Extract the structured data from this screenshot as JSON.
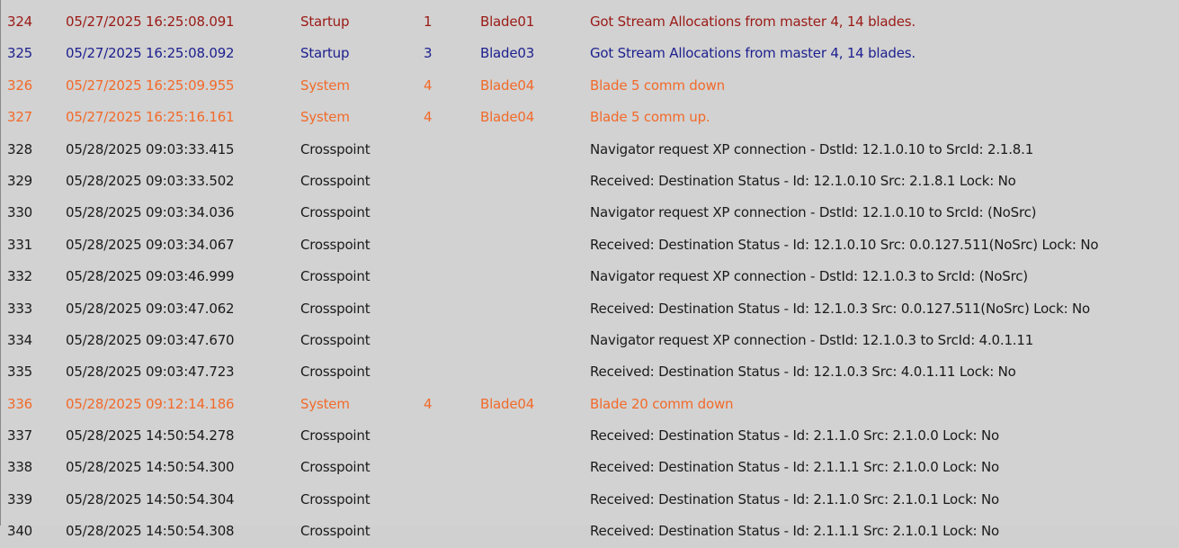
{
  "rows": [
    {
      "id": "324",
      "time": "05/27/2025 16:25:08.091",
      "category": "Startup",
      "num": "1",
      "blade": "Blade01",
      "message": "Got Stream Allocations from master 4, 14 blades.",
      "level": "error"
    },
    {
      "id": "325",
      "time": "05/27/2025 16:25:08.092",
      "category": "Startup",
      "num": "3",
      "blade": "Blade03",
      "message": "Got Stream Allocations from master 4, 14 blades.",
      "level": "info"
    },
    {
      "id": "326",
      "time": "05/27/2025 16:25:09.955",
      "category": "System",
      "num": "4",
      "blade": "Blade04",
      "message": "Blade 5 comm down",
      "level": "warn"
    },
    {
      "id": "327",
      "time": "05/27/2025 16:25:16.161",
      "category": "System",
      "num": "4",
      "blade": "Blade04",
      "message": "Blade 5 comm up.",
      "level": "warn"
    },
    {
      "id": "328",
      "time": "05/28/2025 09:03:33.415",
      "category": "Crosspoint",
      "num": "",
      "blade": "",
      "message": "Navigator request XP connection - DstId: 12.1.0.10 to SrcId: 2.1.8.1",
      "level": "normal"
    },
    {
      "id": "329",
      "time": "05/28/2025 09:03:33.502",
      "category": "Crosspoint",
      "num": "",
      "blade": "",
      "message": "Received: Destination Status - Id: 12.1.0.10 Src: 2.1.8.1 Lock: No",
      "level": "normal"
    },
    {
      "id": "330",
      "time": "05/28/2025 09:03:34.036",
      "category": "Crosspoint",
      "num": "",
      "blade": "",
      "message": "Navigator request XP connection - DstId: 12.1.0.10 to SrcId: (NoSrc)",
      "level": "normal"
    },
    {
      "id": "331",
      "time": "05/28/2025 09:03:34.067",
      "category": "Crosspoint",
      "num": "",
      "blade": "",
      "message": "Received: Destination Status - Id: 12.1.0.10 Src: 0.0.127.511(NoSrc) Lock: No",
      "level": "normal"
    },
    {
      "id": "332",
      "time": "05/28/2025 09:03:46.999",
      "category": "Crosspoint",
      "num": "",
      "blade": "",
      "message": "Navigator request XP connection - DstId: 12.1.0.3 to SrcId: (NoSrc)",
      "level": "normal"
    },
    {
      "id": "333",
      "time": "05/28/2025 09:03:47.062",
      "category": "Crosspoint",
      "num": "",
      "blade": "",
      "message": "Received: Destination Status - Id: 12.1.0.3 Src: 0.0.127.511(NoSrc) Lock: No",
      "level": "normal"
    },
    {
      "id": "334",
      "time": "05/28/2025 09:03:47.670",
      "category": "Crosspoint",
      "num": "",
      "blade": "",
      "message": "Navigator request XP connection - DstId: 12.1.0.3 to SrcId: 4.0.1.11",
      "level": "normal"
    },
    {
      "id": "335",
      "time": "05/28/2025 09:03:47.723",
      "category": "Crosspoint",
      "num": "",
      "blade": "",
      "message": "Received: Destination Status - Id: 12.1.0.3 Src: 4.0.1.11 Lock: No",
      "level": "normal"
    },
    {
      "id": "336",
      "time": "05/28/2025 09:12:14.186",
      "category": "System",
      "num": "4",
      "blade": "Blade04",
      "message": "Blade 20 comm down",
      "level": "warn"
    },
    {
      "id": "337",
      "time": "05/28/2025 14:50:54.278",
      "category": "Crosspoint",
      "num": "",
      "blade": "",
      "message": "Received: Destination Status - Id: 2.1.1.0 Src: 2.1.0.0 Lock: No",
      "level": "normal"
    },
    {
      "id": "338",
      "time": "05/28/2025 14:50:54.300",
      "category": "Crosspoint",
      "num": "",
      "blade": "",
      "message": "Received: Destination Status - Id: 2.1.1.1 Src: 2.1.0.0 Lock: No",
      "level": "normal"
    },
    {
      "id": "339",
      "time": "05/28/2025 14:50:54.304",
      "category": "Crosspoint",
      "num": "",
      "blade": "",
      "message": "Received: Destination Status - Id: 2.1.1.0 Src: 2.1.0.1 Lock: No",
      "level": "normal"
    },
    {
      "id": "340",
      "time": "05/28/2025 14:50:54.308",
      "category": "Crosspoint",
      "num": "",
      "blade": "",
      "message": "Received: Destination Status - Id: 2.1.1.1 Src: 2.1.0.1 Lock: No",
      "level": "normal"
    }
  ],
  "colors": {
    "error": "#9a1a16",
    "info": "#1c1f8e",
    "warn": "#f26a2a",
    "normal": "#1a1a1a",
    "background": "#d2d2d2"
  }
}
